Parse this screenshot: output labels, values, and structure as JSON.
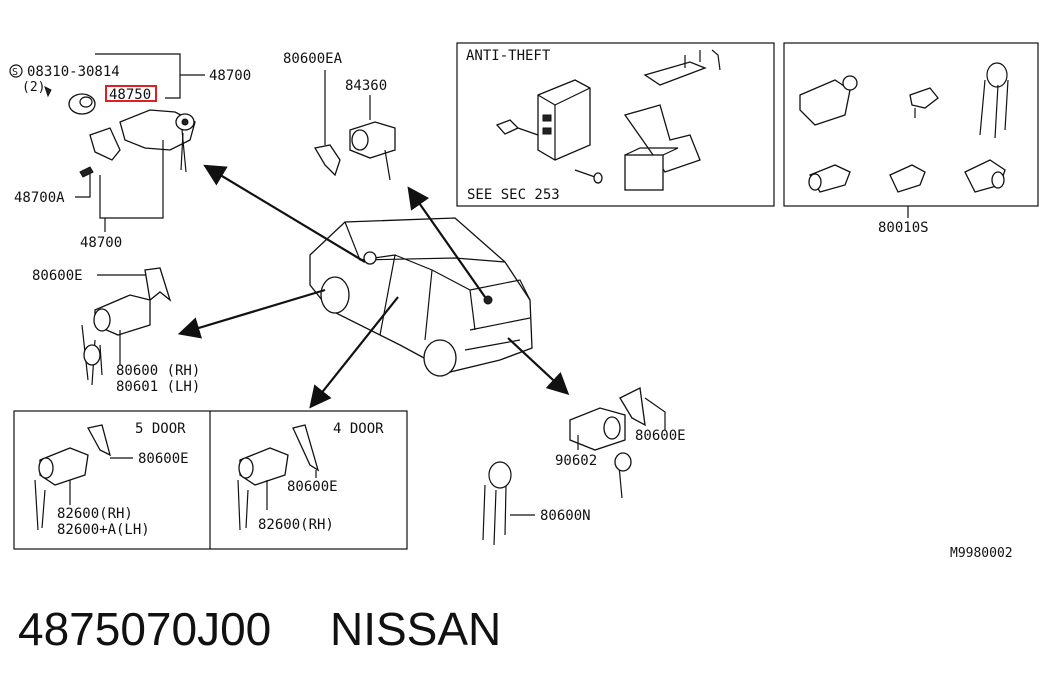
{
  "labels": {
    "screw_part": "08310-30814",
    "screw_qty": "(2)",
    "cyl_set": "48700",
    "highlight_part": "48750",
    "cyl_a": "48700A",
    "cyl_set_bottom": "48700",
    "ea_part": "80600EA",
    "hatch_lock": "84360",
    "front_e": "80600E",
    "front_rh": "80600 (RH)",
    "front_lh": "80601 (LH)",
    "kit": "80010S",
    "rear_e": "80600E",
    "rear_cyl": "90602",
    "keys_n": "80600N",
    "diagram_code": "M9980002"
  },
  "anti_theft": {
    "title": "ANTI-THEFT",
    "note": "SEE SEC 253"
  },
  "door5": {
    "title": "5 DOOR",
    "clip": "80600E",
    "rh": "82600(RH)",
    "lh": "82600+A(LH)"
  },
  "door4": {
    "title": "4 DOOR",
    "clip": "80600E",
    "rh": "82600(RH)"
  },
  "footer": {
    "part_number": "4875070J00",
    "brand": "NISSAN"
  },
  "colors": {
    "line": "#111111",
    "highlight": "#e02020"
  }
}
